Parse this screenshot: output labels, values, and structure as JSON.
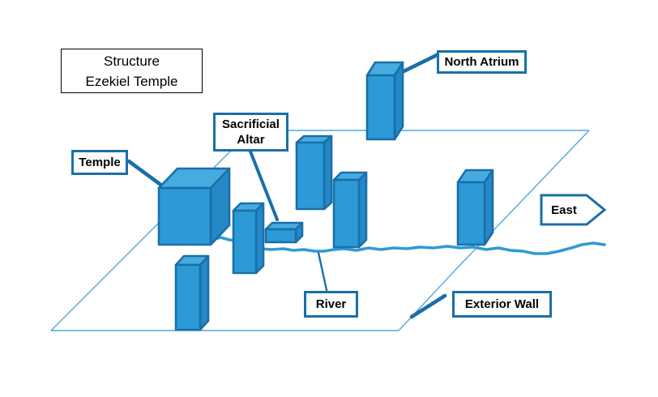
{
  "diagram": {
    "title": {
      "line1": "Structure",
      "line2": "Ezekiel Temple"
    },
    "labels": {
      "north_atrium": "North Atrium",
      "sacrificial_altar_line1": "Sacrificial",
      "sacrificial_altar_line2": "Altar",
      "temple": "Temple",
      "river": "River",
      "exterior_wall": "Exterior Wall",
      "east": "East"
    },
    "colors": {
      "background": "#FFFFFF",
      "text": "#000000",
      "title_border": "#000000",
      "label_border": "#1A6FA9",
      "outline": "#1A6FA9",
      "block_front": "#2B9AD6",
      "block_top": "#46ACDF",
      "block_side": "#2489C6",
      "river": "#2E9BD6",
      "plane_edge": "#54A8D6"
    }
  }
}
